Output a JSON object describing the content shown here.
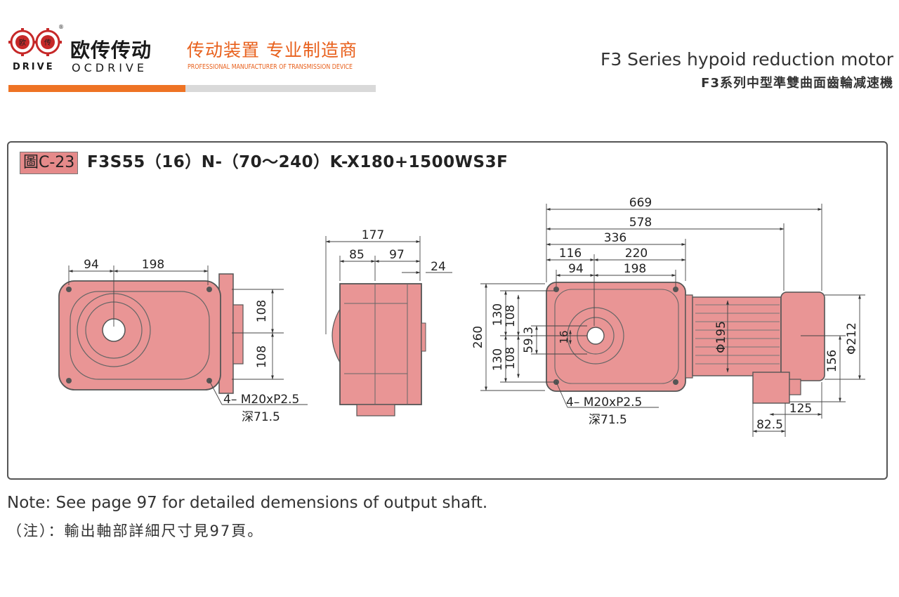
{
  "header": {
    "logo_gear_left": "欧",
    "logo_gear_right": "传",
    "brand_cn": "欧传传动",
    "brand_drive": "DRIVE",
    "brand_en": "OCDRIVE",
    "registered_mark": "®",
    "slogan_cn": "传动装置 专业制造商",
    "slogan_en": "PROFESSIONAL MANUFACTURER OF TRANSMISSION DEVICE",
    "series_en": "F3 Series hypoid reduction motor",
    "series_cn": "F3系列中型準雙曲面齒輪减速機"
  },
  "figure": {
    "tag": "圖C-23",
    "model": "F3S55（16）N-（70～240）K-X180+1500WS3F"
  },
  "dimensions": {
    "view1": {
      "d94": "94",
      "d198": "198",
      "d108_top": "108",
      "d108_bottom": "108",
      "thread": "4– M20xP2.5",
      "depth": "深71.5"
    },
    "view2": {
      "d177": "177",
      "d85": "85",
      "d97": "97",
      "d24": "24"
    },
    "view3": {
      "d669": "669",
      "d578": "578",
      "d336": "336",
      "d116": "116",
      "d220": "220",
      "d94": "94",
      "d198": "198",
      "d260": "260",
      "d130_top": "130",
      "d108_top": "108",
      "d130_bottom": "130",
      "d108_bottom": "108",
      "d59_3": "59.3",
      "d16": "16",
      "d195": "Φ195",
      "d212": "Φ212",
      "d156": "156",
      "d125": "125",
      "d82_5": "82.5",
      "thread": "4– M20xP2.5",
      "depth": "深71.5"
    }
  },
  "notes": {
    "en": "Note: See page 97 for detailed demensions of output shaft.",
    "cn": "（注）：輸出軸部詳細尺寸見97頁。"
  },
  "colors": {
    "accent_orange": "#ee7324",
    "slogan_orange": "#e8601c",
    "body_pink": "#e99595",
    "outline": "#555555",
    "logo_red": "#c62828"
  }
}
